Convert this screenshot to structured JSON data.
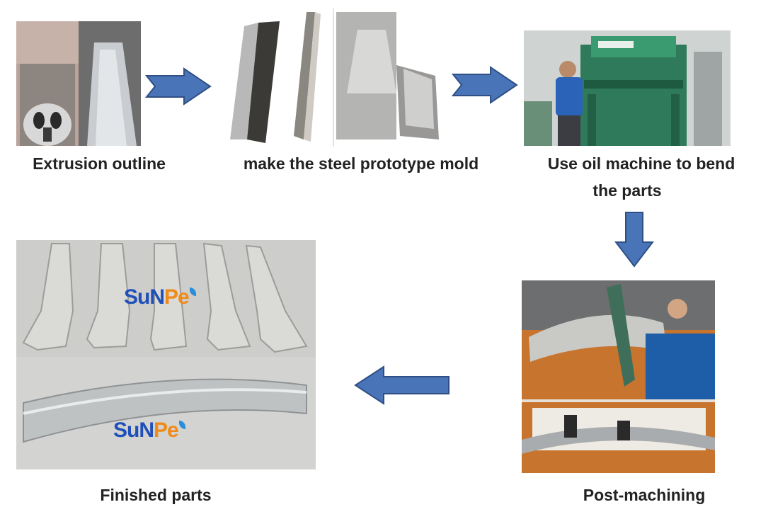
{
  "steps": [
    {
      "label": "Extrusion outline"
    },
    {
      "label": "make the steel prototype mold"
    },
    {
      "label": "Use oil machine to bend",
      "label2": "the parts"
    },
    {
      "label": "Post-machining"
    },
    {
      "label": "Finished parts"
    }
  ],
  "logo": {
    "part1": "SuN",
    "part2": "Pe"
  },
  "colors": {
    "arrow_fill": "#4a74b8",
    "arrow_stroke": "#2f4f85",
    "text": "#222222"
  }
}
